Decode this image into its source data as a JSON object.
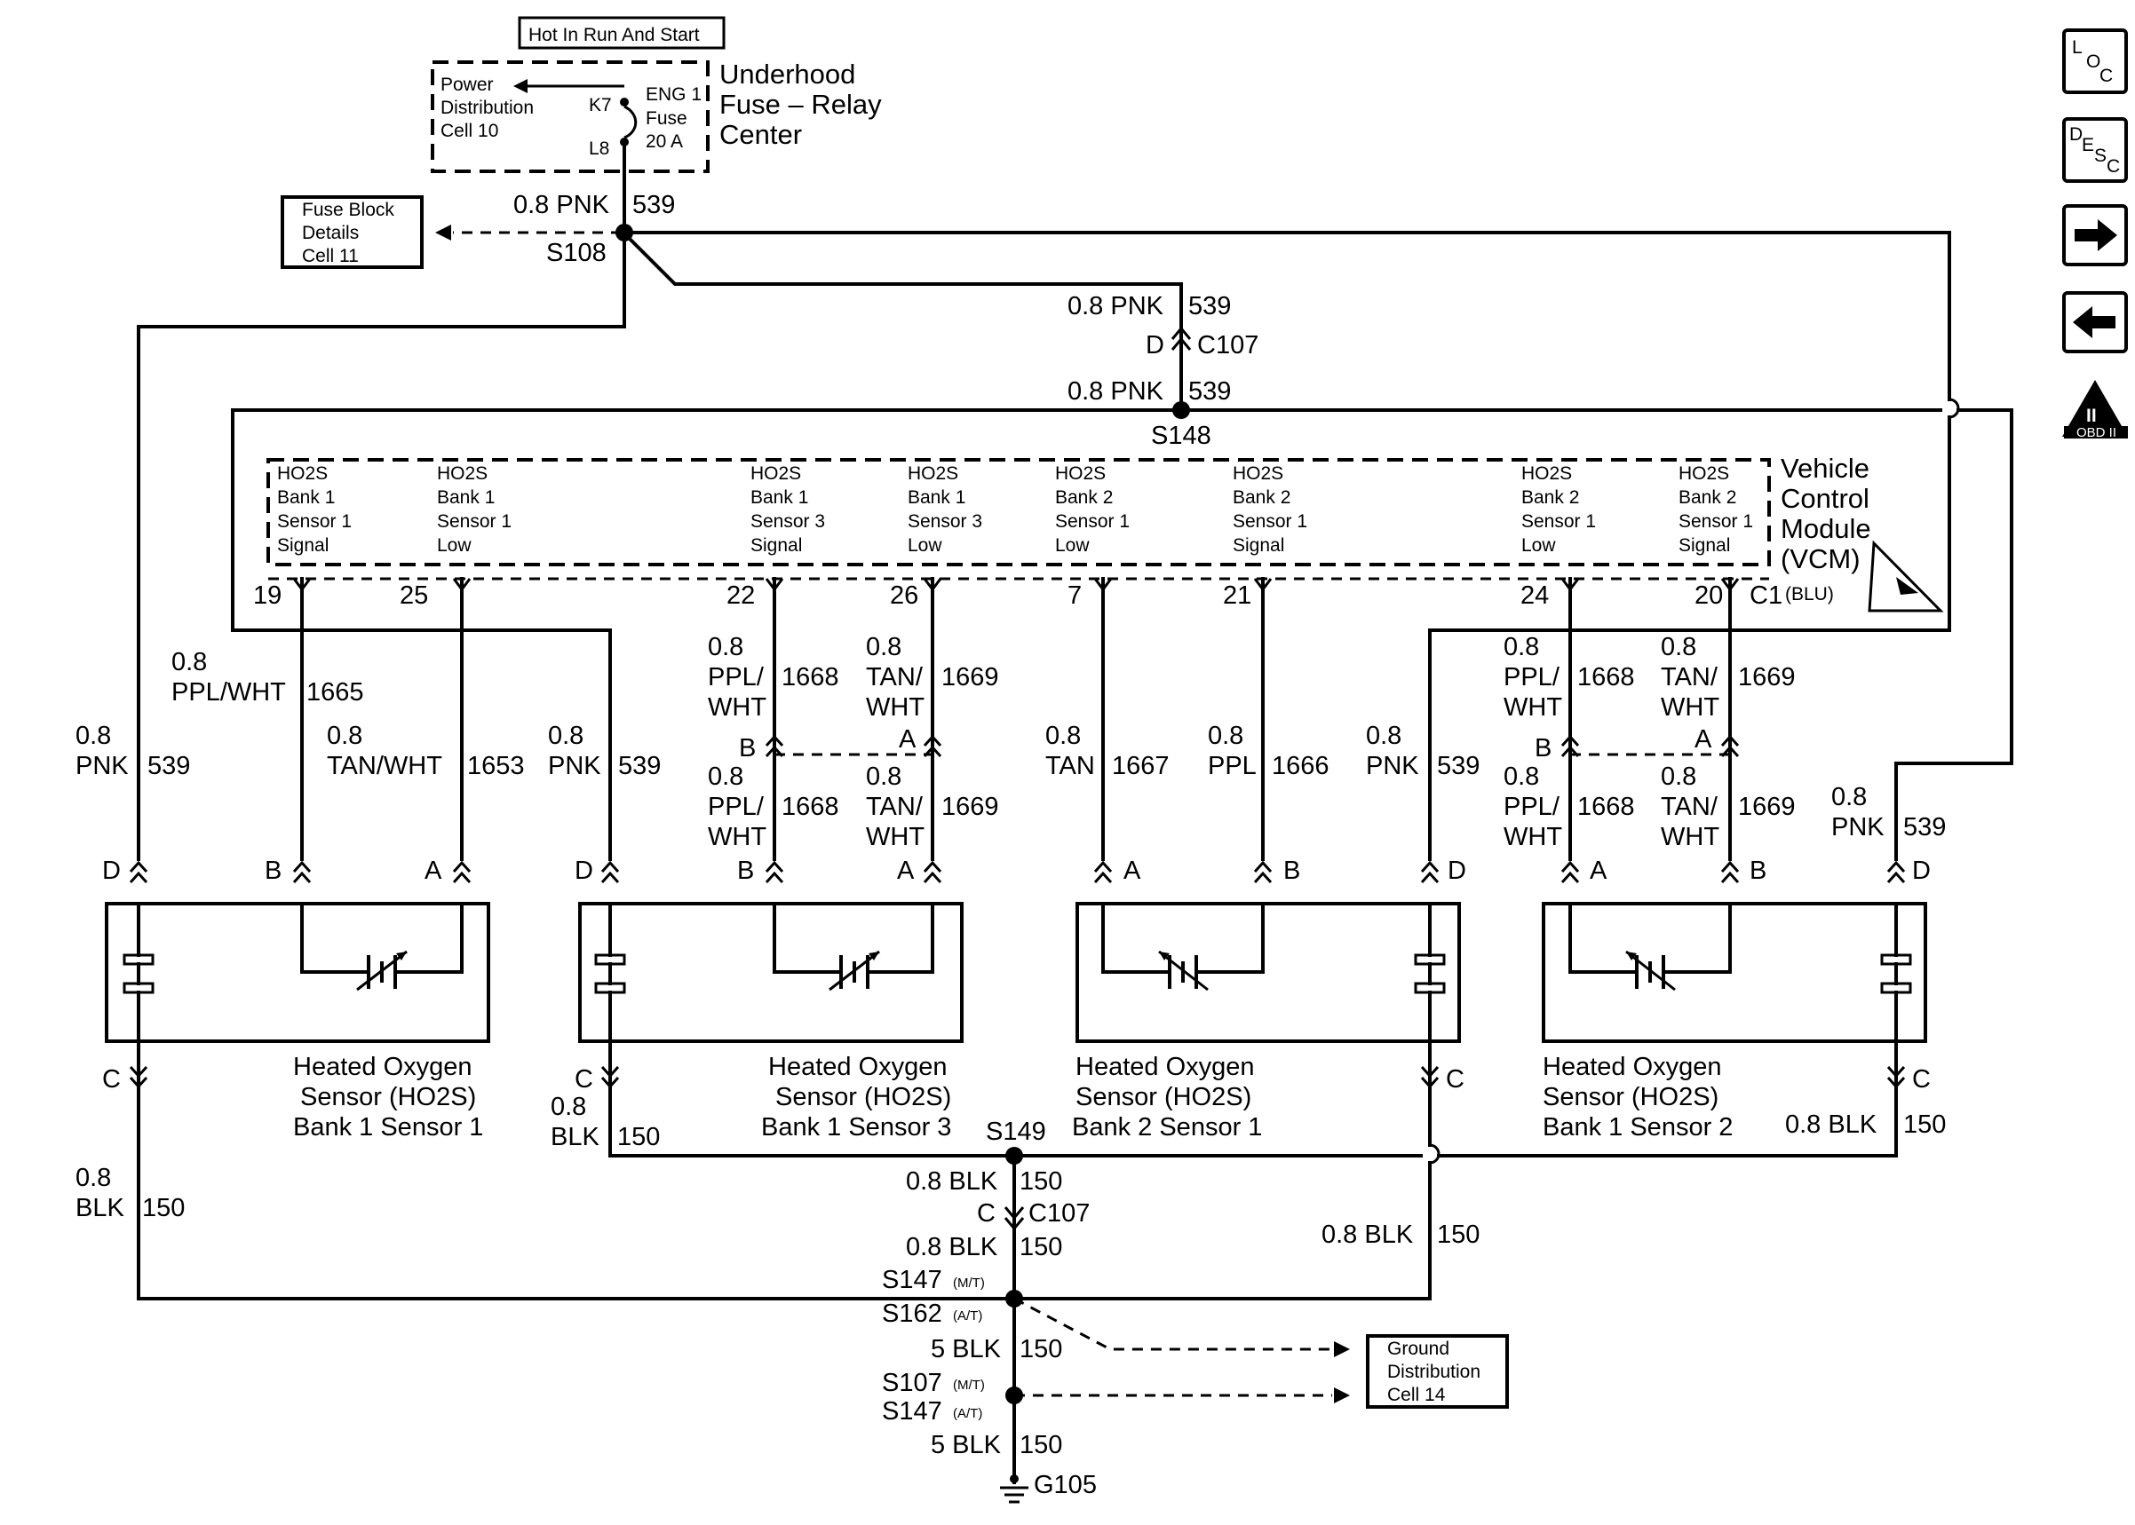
{
  "supply": {
    "hot_label": "Hot In Run And Start",
    "pdc_lines": [
      "Power",
      "Distribution",
      "Cell 10"
    ],
    "center_lines": [
      "Underhood",
      "Fuse – Relay",
      "Center"
    ],
    "fuse_lines": [
      "ENG 1",
      "Fuse",
      "20 A"
    ],
    "k7": "K7",
    "l8": "L8",
    "fuse_block_lines": [
      "Fuse Block",
      "Details",
      "Cell 11"
    ],
    "wire_main": "0.8 PNK",
    "circuit_main": "539",
    "s108": "S108"
  },
  "c107_top": {
    "wire1": "0.8 PNK",
    "circuit1": "539",
    "pin": "D",
    "connector": "C107",
    "wire2": "0.8 PNK",
    "circuit2": "539",
    "splice": "S148"
  },
  "vcm": {
    "name_lines": [
      "Vehicle",
      "Control",
      "Module",
      "(VCM)"
    ],
    "connector": "C1",
    "connector_color": "(BLU)",
    "terminals": [
      {
        "lines": [
          "HO2S",
          "Bank 1",
          "Sensor 1",
          "Signal"
        ],
        "pin": "19"
      },
      {
        "lines": [
          "HO2S",
          "Bank 1",
          "Sensor 1",
          "Low"
        ],
        "pin": "25"
      },
      {
        "lines": [
          "HO2S",
          "Bank 1",
          "Sensor 3",
          "Signal"
        ],
        "pin": "22"
      },
      {
        "lines": [
          "HO2S",
          "Bank 1",
          "Sensor 3",
          "Low"
        ],
        "pin": "26"
      },
      {
        "lines": [
          "HO2S",
          "Bank 2",
          "Sensor 1",
          "Low"
        ],
        "pin": "7"
      },
      {
        "lines": [
          "HO2S",
          "Bank 2",
          "Sensor 1",
          "Signal"
        ],
        "pin": "21"
      },
      {
        "lines": [
          "HO2S",
          "Bank 2",
          "Sensor 1",
          "Low"
        ],
        "pin": "24"
      },
      {
        "lines": [
          "HO2S",
          "Bank 2",
          "Sensor 1",
          "Signal"
        ],
        "pin": "20"
      }
    ]
  },
  "wires": {
    "s1_pnk": {
      "size": "0.8",
      "color": "PNK",
      "circuit": "539"
    },
    "s1_sig": {
      "size": "0.8",
      "color": "PPL/WHT",
      "circuit": "1665"
    },
    "s1_low": {
      "size": "0.8",
      "color": "TAN/WHT",
      "circuit": "1653"
    },
    "s3_pnk": {
      "size": "0.8",
      "color": "PNK",
      "circuit": "539"
    },
    "s3_sig": {
      "size": "0.8",
      "color_lines": [
        "PPL/",
        "WHT"
      ],
      "circuit": "1668"
    },
    "s3_low": {
      "size": "0.8",
      "color_lines": [
        "TAN/",
        "WHT"
      ],
      "circuit": "1669"
    },
    "b2_low": {
      "size": "0.8",
      "color": "TAN",
      "circuit": "1667"
    },
    "b2_sig": {
      "size": "0.8",
      "color": "PPL",
      "circuit": "1666"
    },
    "b2_pnk": {
      "size": "0.8",
      "color": "PNK",
      "circuit": "539"
    },
    "s2_sig": {
      "size": "0.8",
      "color_lines": [
        "PPL/",
        "WHT"
      ],
      "circuit": "1668"
    },
    "s2_low": {
      "size": "0.8",
      "color_lines": [
        "TAN/",
        "WHT"
      ],
      "circuit": "1669"
    },
    "s2_pnk": {
      "size": "0.8",
      "color": "PNK",
      "circuit": "539"
    }
  },
  "sensors": [
    {
      "lines": [
        "Heated Oxygen",
        "Sensor (HO2S)",
        "Bank 1 Sensor 1"
      ]
    },
    {
      "lines": [
        "Heated Oxygen",
        "Sensor (HO2S)",
        "Bank 1 Sensor 3"
      ]
    },
    {
      "lines": [
        "Heated Oxygen",
        "Sensor (HO2S)",
        "Bank 2 Sensor 1"
      ]
    },
    {
      "lines": [
        "Heated Oxygen",
        "Sensor (HO2S)",
        "Bank 1 Sensor 2"
      ]
    }
  ],
  "pins": {
    "a": "A",
    "b": "B",
    "c": "C",
    "d": "D"
  },
  "ground": {
    "s1_blk": {
      "size": "0.8",
      "color": "BLK",
      "circuit": "150"
    },
    "s3_blk": {
      "size": "0.8",
      "color": "BLK",
      "circuit": "150"
    },
    "s2_blk": {
      "wire": "0.8 BLK",
      "circuit": "150"
    },
    "b2_blk": {
      "wire": "0.8 BLK",
      "circuit": "150"
    },
    "s149": "S149",
    "blk_after_s149": "0.8 BLK",
    "circuit_after_s149": "150",
    "c107_pin": "C",
    "c107": "C107",
    "blk_after_c107": "0.8 BLK",
    "circuit_after_c107": "150",
    "s147_mt": "S147",
    "mt": "(M/T)",
    "s162_at": "S162",
    "at": "(A/T)",
    "blk5_1": "5 BLK",
    "circuit5_1": "150",
    "s107_mt": "S107",
    "s147_at": "S147",
    "blk5_2": "5 BLK",
    "circuit5_2": "150",
    "g105": "G105",
    "gd_lines": [
      "Ground",
      "Distribution",
      "Cell 14"
    ]
  },
  "nav": {
    "loc": [
      "L",
      "O",
      "C"
    ],
    "desc": [
      "D",
      "E",
      "S",
      "C"
    ],
    "obd": "II",
    "obd_text": "OBD II"
  }
}
